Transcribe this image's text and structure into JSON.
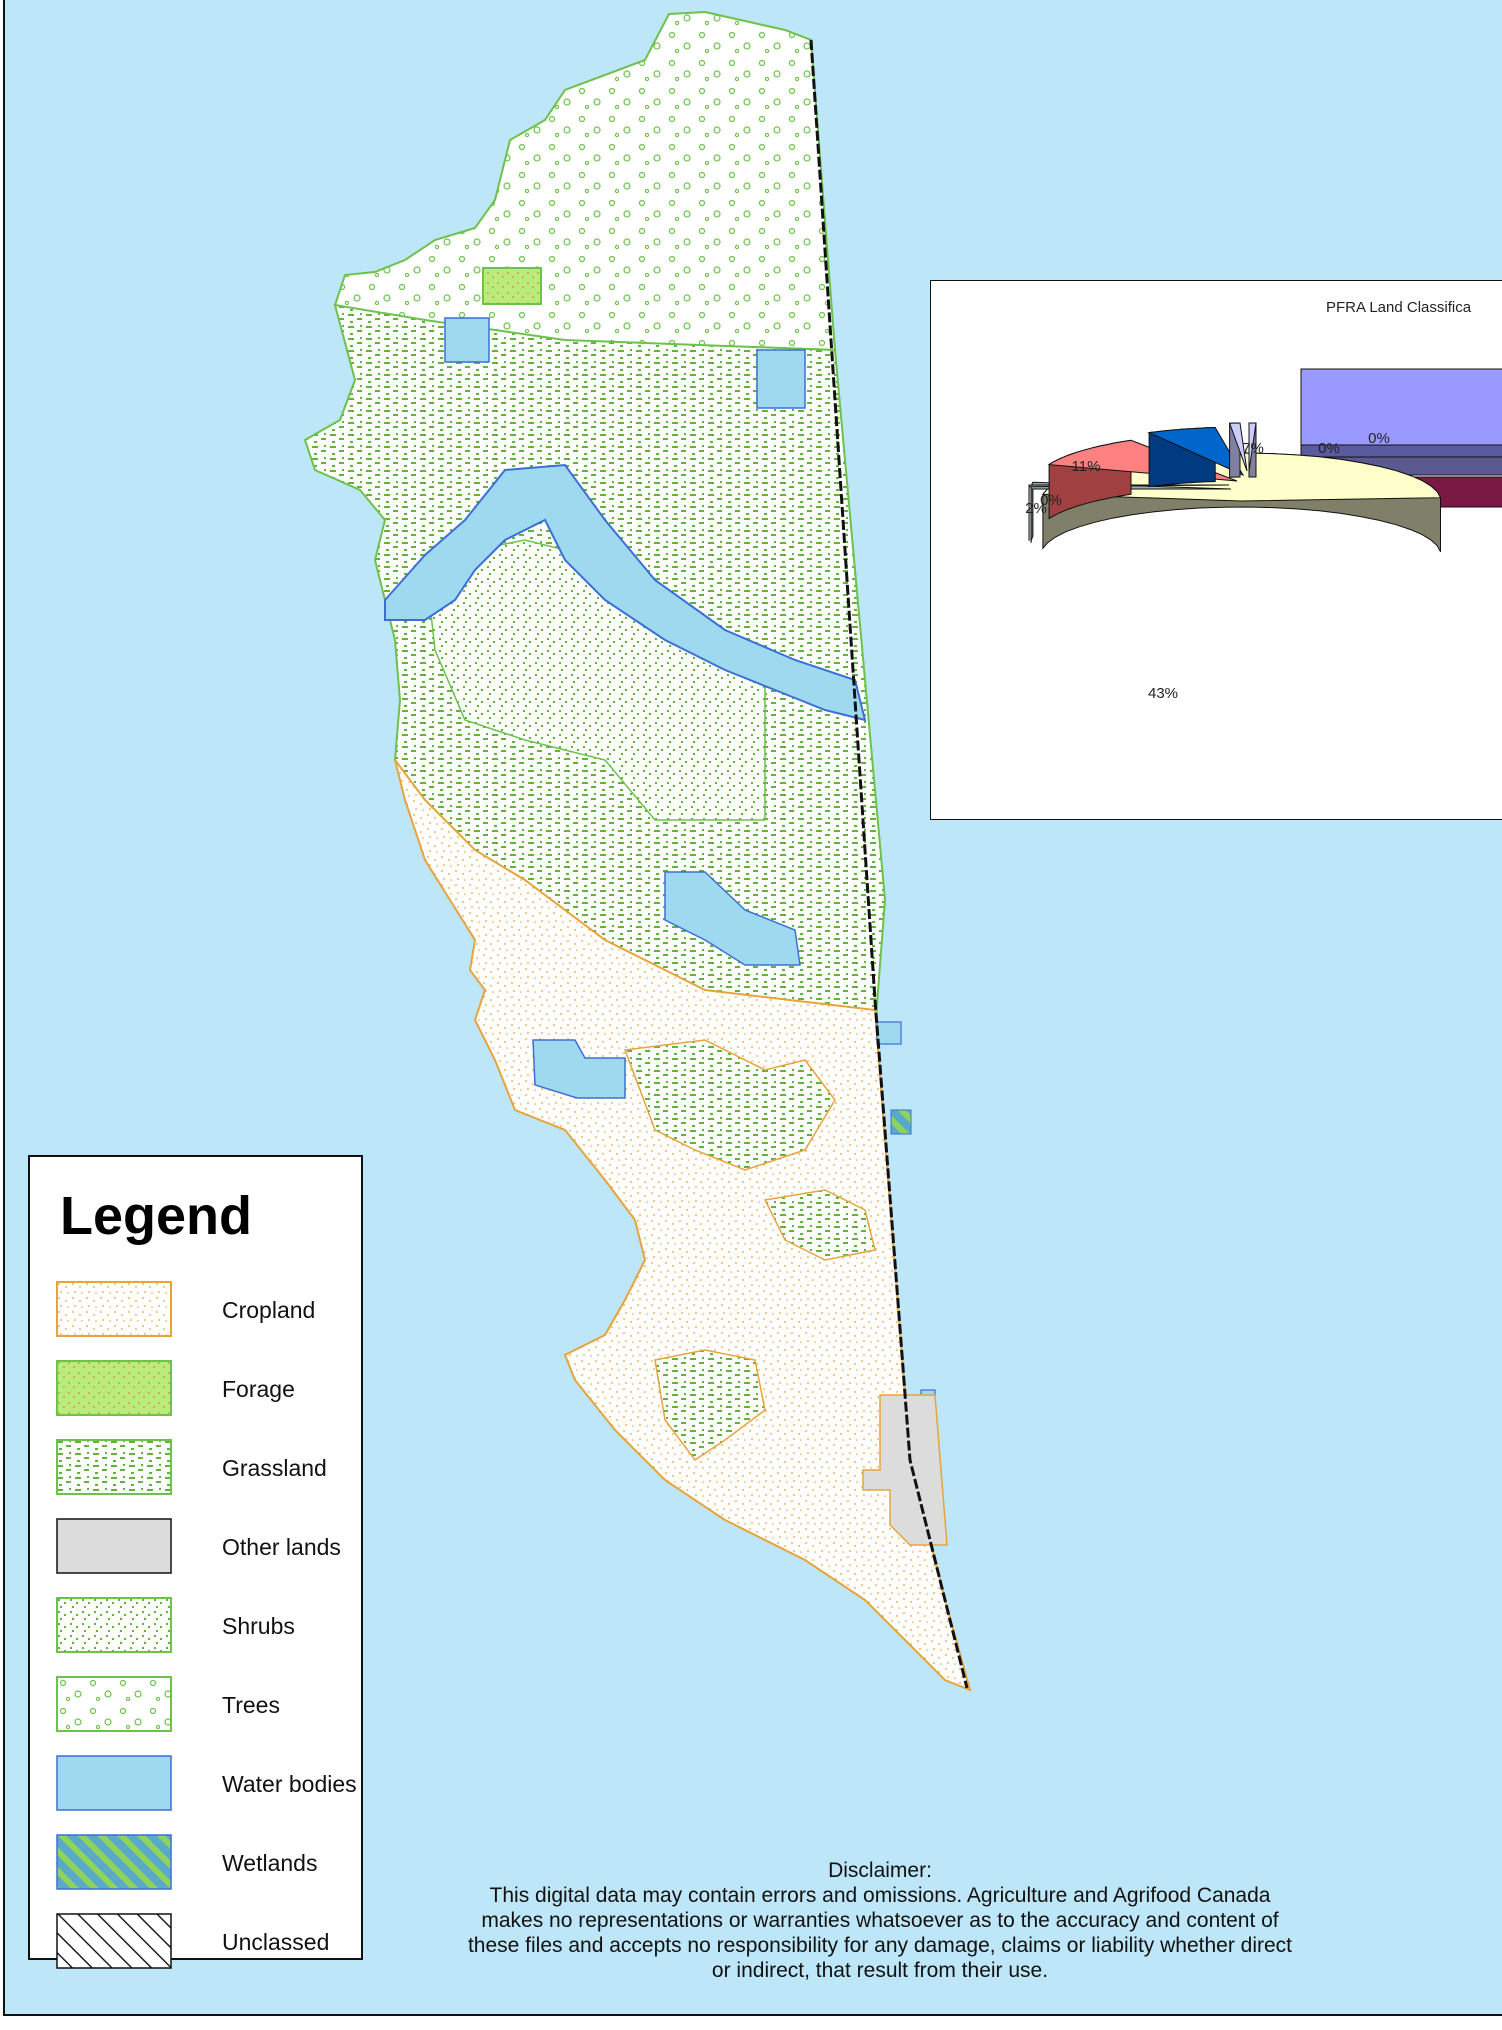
{
  "colors": {
    "ocean": "#bde6f8",
    "cropland": "#e8a33a",
    "forage": "#b9ec7a",
    "grassland": "#66bb3a",
    "other_lands": "#dcdcdc",
    "water": "#9fd9ef",
    "wetlands": "#5aa9c8",
    "border": "#111111"
  },
  "legend": {
    "title": "Legend",
    "items": [
      {
        "label": "Cropland",
        "icon": "cropland-pattern"
      },
      {
        "label": "Forage",
        "icon": "forage-pattern"
      },
      {
        "label": "Grassland",
        "icon": "grassland-pattern"
      },
      {
        "label": "Other lands",
        "icon": "other-lands-fill"
      },
      {
        "label": "Shrubs",
        "icon": "shrubs-pattern"
      },
      {
        "label": "Trees",
        "icon": "trees-pattern"
      },
      {
        "label": "Water bodies",
        "icon": "water-fill"
      },
      {
        "label": "Wetlands",
        "icon": "wetlands-hatch"
      },
      {
        "label": "Unclassed",
        "icon": "unclassed-hatch"
      }
    ]
  },
  "chart_data": {
    "type": "pie",
    "title": "PFRA Land Classifica",
    "slice_labels": [
      "43%",
      "2%",
      "0%",
      "11%",
      "7%",
      "0%",
      "0%"
    ],
    "values": [
      43,
      2,
      0.4,
      11,
      7,
      0.5,
      0.4
    ]
  },
  "disclaimer": {
    "heading": "Disclaimer:",
    "lines": [
      "This digital data may contain errors and omissions.  Agriculture and Agrifood Canada",
      "makes no representations or warranties whatsoever as to the accuracy and content of",
      "these files and accepts no responsibility for any damage, claims or liability whether direct",
      "or indirect, that result from their use."
    ]
  }
}
